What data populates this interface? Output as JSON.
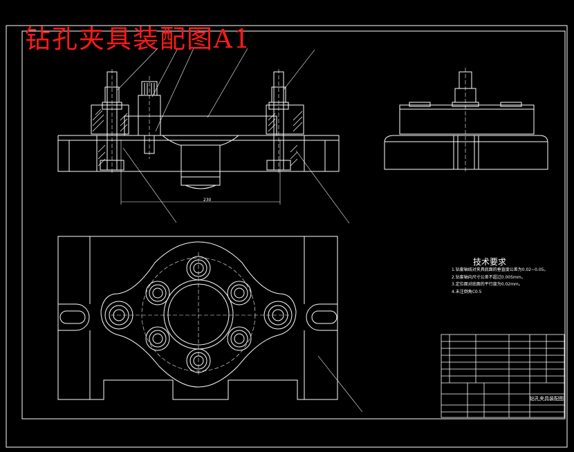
{
  "drawing": {
    "title": "钻孔夹具装配图A1",
    "title_color": "#ff1a1a",
    "line_color": "#ffffff",
    "background": "#000000",
    "tech_requirements_title": "技术要求",
    "tech_requirements": [
      "1.钻套轴线对夹具底面的垂直度公差为0.02~0.05。",
      "2.钻套轴向尺寸公差不超过0.005mm。",
      "3.定位面对底面的平行度为0.02mm。",
      "4.未注倒角C0.5"
    ],
    "dimension_label": "230",
    "assembly_name": "钻孔夹具装配图"
  }
}
